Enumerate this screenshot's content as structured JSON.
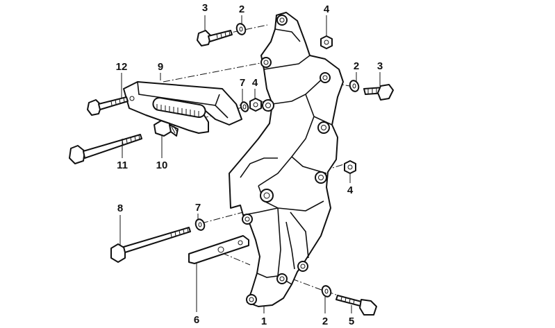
{
  "diagram": {
    "callouts": [
      {
        "id": "c3a",
        "label": "3"
      },
      {
        "id": "c2a",
        "label": "2"
      },
      {
        "id": "c4a",
        "label": "4"
      },
      {
        "id": "c12",
        "label": "12"
      },
      {
        "id": "c9",
        "label": "9"
      },
      {
        "id": "c7a",
        "label": "7"
      },
      {
        "id": "c4b",
        "label": "4"
      },
      {
        "id": "c2b",
        "label": "2"
      },
      {
        "id": "c3b",
        "label": "3"
      },
      {
        "id": "c11",
        "label": "11"
      },
      {
        "id": "c10",
        "label": "10"
      },
      {
        "id": "c4c",
        "label": "4"
      },
      {
        "id": "c8",
        "label": "8"
      },
      {
        "id": "c7b",
        "label": "7"
      },
      {
        "id": "c6",
        "label": "6"
      },
      {
        "id": "c1",
        "label": "1"
      },
      {
        "id": "c2c",
        "label": "2"
      },
      {
        "id": "c5",
        "label": "5"
      }
    ]
  }
}
